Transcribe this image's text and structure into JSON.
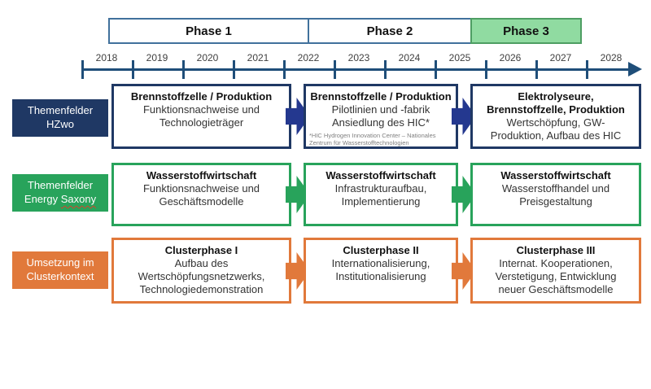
{
  "phase_bar": {
    "phases": [
      {
        "label": "Phase 1",
        "highlighted": false
      },
      {
        "label": "Phase 2",
        "highlighted": false
      },
      {
        "label": "Phase 3",
        "highlighted": true
      }
    ],
    "highlight_color": "#90DBA1",
    "border_color": "#41719C"
  },
  "timeline": {
    "years": [
      "2018",
      "2019",
      "2020",
      "2021",
      "2022",
      "2023",
      "2024",
      "2025",
      "2026",
      "2027",
      "2028"
    ],
    "axis_color": "#1F4E79"
  },
  "rows": [
    {
      "id": "themenfelder-hzwo",
      "color": "#1F3864",
      "label": {
        "line1": "Themenfelder",
        "line2": "HZwo"
      },
      "boxes": [
        {
          "title": "Brennstoffzelle / Produktion",
          "body": "Funktionsnachweise und\nTechnologieträger"
        },
        {
          "title": "Brennstoffzelle / Produktion",
          "body": "Pilotlinien und -fabrik\nAnsiedlung des HIC*",
          "footnote": "*HIC Hydrogen Innovation Center – Nationales\nZentrum für Wasserstofftechnologien"
        },
        {
          "title": "Elektrolyseure,\nBrennstoffzelle, Produktion",
          "body": "Wertschöpfung, GW-\nProduktion, Aufbau des HIC"
        }
      ]
    },
    {
      "id": "themenfelder-energy-saxony",
      "color": "#28A35B",
      "label": {
        "line1": "Themenfelder",
        "line2_prefix": "Energy ",
        "line2_wavy": "Saxony"
      },
      "boxes": [
        {
          "title": "Wasserstoffwirtschaft",
          "body": "Funktionsnachweise und\nGeschäftsmodelle"
        },
        {
          "title": "Wasserstoffwirtschaft",
          "body": "Infrastrukturaufbau,\nImplementierung"
        },
        {
          "title": "Wasserstoffwirtschaft",
          "body": "Wasserstoffhandel und\nPreisgestaltung"
        }
      ]
    },
    {
      "id": "umsetzung-im-clusterkontext",
      "color": "#E1793B",
      "label": {
        "line1": "Umsetzung im",
        "line2": "Clusterkontext"
      },
      "boxes": [
        {
          "title": "Clusterphase I",
          "body": "Aufbau des\nWertschöpfungsnetzwerks,\nTechnologiedemonstration"
        },
        {
          "title": "Clusterphase II",
          "body": "Internationalisierung,\nInstitutionalisierung"
        },
        {
          "title": "Clusterphase III",
          "body": "Internat. Kooperationen,\nVerstetigung, Entwicklung\nneuer Geschäftsmodelle"
        }
      ]
    }
  ]
}
